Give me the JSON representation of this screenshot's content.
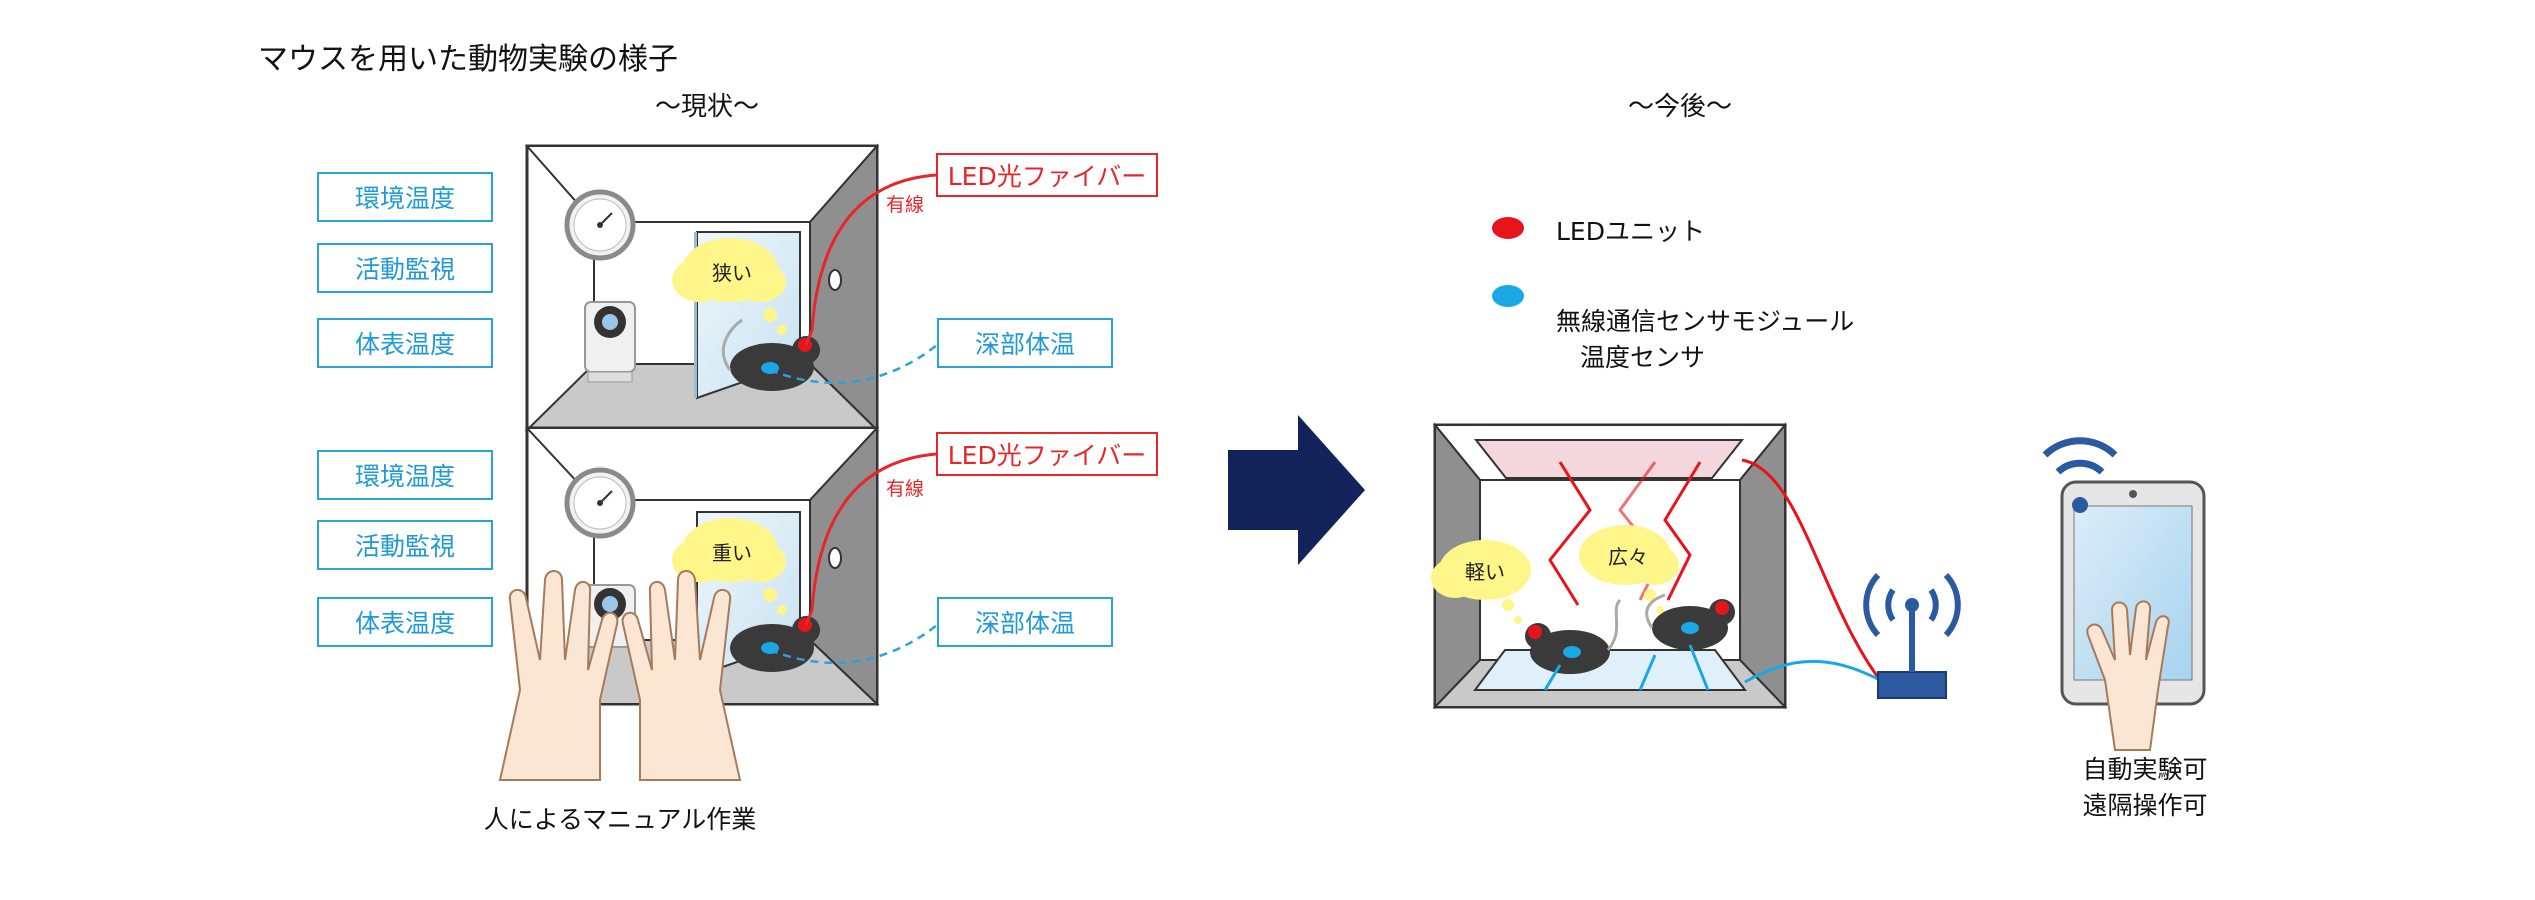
{
  "title": "マウスを用いた動物実験の様子",
  "current": {
    "heading": "〜現状〜",
    "upper": {
      "left_labels": [
        "環境温度",
        "活動監視",
        "体表温度"
      ],
      "fiber_label": "LED光ファイバー",
      "wired_label": "有線",
      "body_temp_label": "深部体温",
      "thought": "狭い"
    },
    "lower": {
      "left_labels": [
        "環境温度",
        "活動監視",
        "体表温度"
      ],
      "fiber_label": "LED光ファイバー",
      "wired_label": "有線",
      "body_temp_label": "深部体温",
      "thought": "重い"
    },
    "caption": "人によるマニュアル作業"
  },
  "future": {
    "heading": "〜今後〜",
    "legend": [
      {
        "color": "#e8141b",
        "label": "LEDユニット"
      },
      {
        "color": "#1aa7e6",
        "label": "無線通信センサモジュール"
      }
    ],
    "legend_sub": "温度センサ",
    "thoughts": [
      "軽い",
      "広々"
    ],
    "tablet_caption_1": "自動実験可",
    "tablet_caption_2": "遠隔操作可"
  },
  "colors": {
    "arrow": "#13245a",
    "label_blue": "#29a3dd",
    "red": "#e8262a",
    "led": "#e8141b",
    "sensor": "#1aa7e6",
    "antenna": "#2c5aa0",
    "thought": "#fff68a"
  },
  "icons": [
    "clock-icon",
    "camera-icon",
    "mouse-icon",
    "hand-icon",
    "antenna-icon",
    "tablet-icon",
    "wifi-icon",
    "arrow-icon"
  ]
}
